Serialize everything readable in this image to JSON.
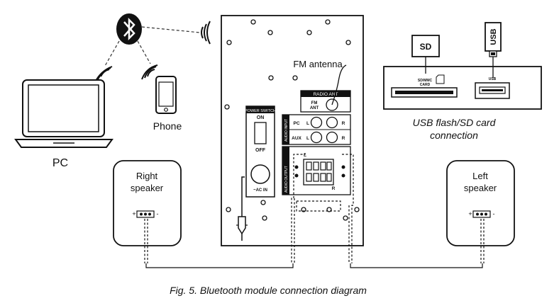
{
  "labels": {
    "pc": "PC",
    "phone": "Phone",
    "right_speaker_1": "Right",
    "right_speaker_2": "speaker",
    "left_speaker_1": "Left",
    "left_speaker_2": "speaker",
    "fm_antenna": "FM antenna",
    "usb_sd_1": "USB flash/SD card",
    "usb_sd_2": "connection",
    "caption": "Fig. 5. Bluetooth module connection diagram"
  },
  "panel": {
    "power_switch": "POWER SWITCH",
    "on": "ON",
    "off": "OFF",
    "ac_in": "~AC IN",
    "radio_ant": "RADIO ANT",
    "fm_1": "FM",
    "fm_2": "ANT",
    "audio_input": "AUDIO INPUT",
    "audio_output": "AUDIO OUTPUT",
    "pc": "PC",
    "aux": "AUX",
    "l": "L",
    "r": "R"
  },
  "cards": {
    "sd": "SD",
    "usb": "USB",
    "sd_slot_1": "SD/MMC",
    "sd_slot_2": "CARD",
    "usb_slot": "USB"
  },
  "speaker_terminal": "+",
  "speaker_terminal_neg": "-"
}
